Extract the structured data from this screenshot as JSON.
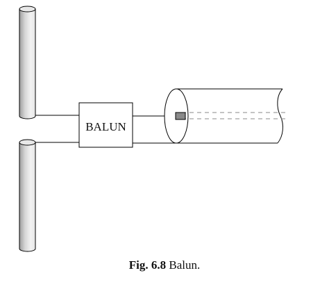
{
  "figure": {
    "box_label": "BALUN",
    "caption_number": "Fig. 6.8",
    "caption_text": "Balun."
  },
  "colors": {
    "line": "#000000",
    "dipole_dark": "#9e9e9e",
    "dipole_light": "#f2f2f2",
    "conductor_fill": "#8a8a8a",
    "dashed": "#888888"
  }
}
